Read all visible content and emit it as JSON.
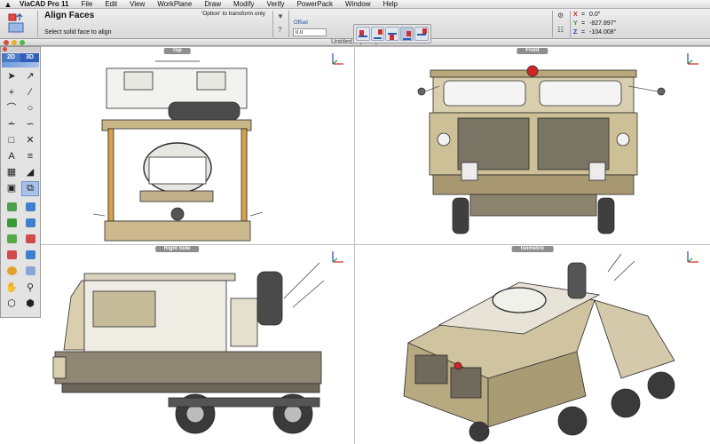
{
  "menubar": {
    "apple": "",
    "items": [
      {
        "label": "ViaCAD Pro 11"
      },
      {
        "label": "File"
      },
      {
        "label": "Edit"
      },
      {
        "label": "View"
      },
      {
        "label": "WorkPlane"
      },
      {
        "label": "Draw"
      },
      {
        "label": "Modify"
      },
      {
        "label": "Verify"
      },
      {
        "label": "PowerPack"
      },
      {
        "label": "Window"
      },
      {
        "label": "Help"
      }
    ]
  },
  "prompt": {
    "title": "Align Faces",
    "hint": "'Option' to transform only",
    "instruction": "Select solid face to align",
    "tool_icon": "align-faces-icon"
  },
  "options": {
    "offset_label": "Offset",
    "offset_value": "0.0",
    "align_modes": [
      "align-flush",
      "align-offset",
      "align-mirror",
      "align-center",
      "align-flip"
    ],
    "selected_mode_index": 3
  },
  "coords": {
    "x_label": "X",
    "x_value": "0.0\"",
    "y_label": "Y",
    "y_value": "-827.897\"",
    "z_label": "Z",
    "z_value": "-104.008\"",
    "colors": {
      "x": "#d21f1f",
      "y": "#2b9a2b",
      "z": "#2146c7"
    }
  },
  "document": {
    "title": "Untitled.vcp - Top"
  },
  "palette": {
    "mode_2d": "2D",
    "mode_3d": "3D"
  },
  "viewports": [
    {
      "label": "Top",
      "kind": "top"
    },
    {
      "label": "Front",
      "kind": "front"
    },
    {
      "label": "Right Side",
      "kind": "side"
    },
    {
      "label": "Isometric",
      "kind": "iso"
    }
  ]
}
